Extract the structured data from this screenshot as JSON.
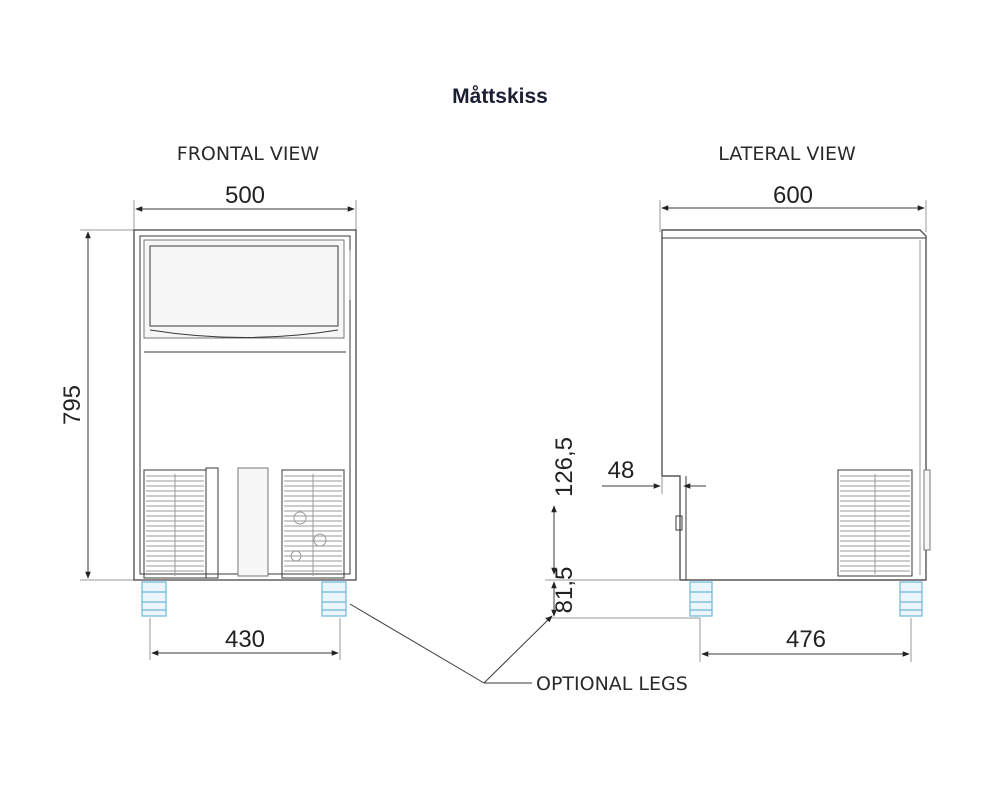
{
  "title": "Måttskiss",
  "views": {
    "frontal_label": "FRONTAL VIEW",
    "lateral_label": "LATERAL VIEW"
  },
  "dimensions": {
    "front_width": "500",
    "front_height": "795",
    "front_leg_span": "430",
    "side_depth": "600",
    "side_offset": "48",
    "side_upper_height": "126,5",
    "side_leg_height": "81,5",
    "side_leg_span": "476"
  },
  "callouts": {
    "optional_legs": "OPTIONAL LEGS"
  },
  "colors": {
    "line": "#3a3a3a",
    "leg": "#6fb6d8"
  }
}
